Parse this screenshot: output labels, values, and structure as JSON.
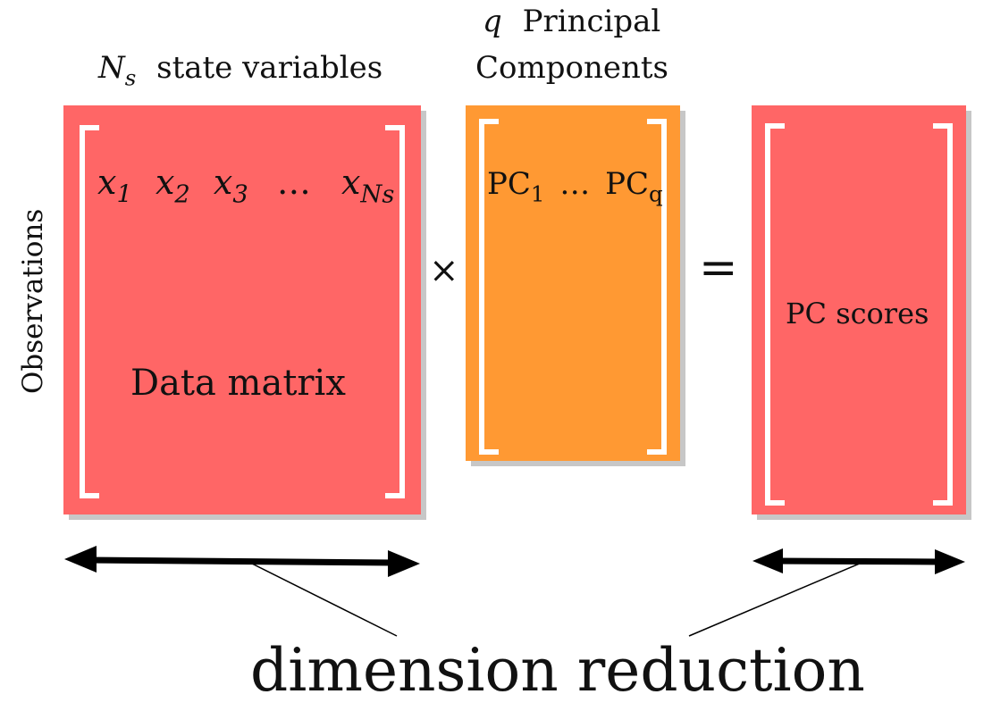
{
  "colors": {
    "data_block": "#ff6666",
    "pc_block": "#ff9933",
    "scores_block": "#ff6666"
  },
  "labels": {
    "state_vars_symbol": "N",
    "state_vars_sub": "s",
    "state_vars_text": "state variables",
    "pc_symbol": "q",
    "pc_line1": "Principal",
    "pc_line2": "Components",
    "observations": "Observations",
    "data_matrix": "Data matrix",
    "pc_scores": "PC scores",
    "multiply": "×",
    "equals": "=",
    "dimension_reduction": "dimension reduction"
  },
  "variables": [
    {
      "base": "x",
      "sub": "1"
    },
    {
      "base": "x",
      "sub": "2"
    },
    {
      "base": "x",
      "sub": "3"
    },
    {
      "base": "…",
      "sub": ""
    },
    {
      "base": "x",
      "sub": "Ns"
    }
  ],
  "pcs": {
    "first": "PC",
    "first_sub": "1",
    "ellipsis": "…",
    "last": "PC",
    "last_sub": "q"
  }
}
